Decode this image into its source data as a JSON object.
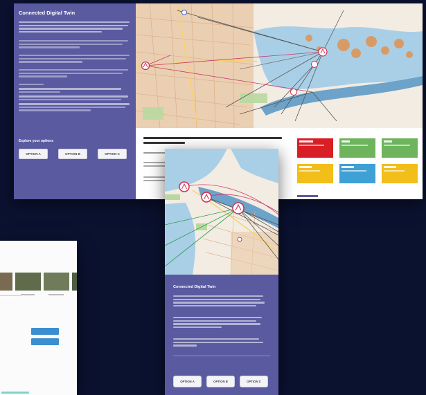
{
  "colors": {
    "background": "#0b1230",
    "sidebar": "#5a5aa0",
    "water": "#a9cfe7",
    "tile_red": "#d81f26",
    "tile_green": "#6db45d",
    "tile_yellow": "#f2be1a",
    "tile_blue": "#3ea0d4"
  },
  "desktop": {
    "title": "Connected Digital Twin",
    "explore_heading": "Explore your options",
    "options": [
      "OPTION A",
      "OPTION B",
      "OPTION C"
    ]
  },
  "mobile": {
    "title": "Connected Digital Twin",
    "options": [
      "OPTION A",
      "OPTION B",
      "OPTION C"
    ]
  },
  "map_icons": [
    "cell-tower-icon",
    "cell-tower-icon",
    "cell-tower-icon",
    "cell-tower-icon",
    "cell-tower-icon"
  ]
}
